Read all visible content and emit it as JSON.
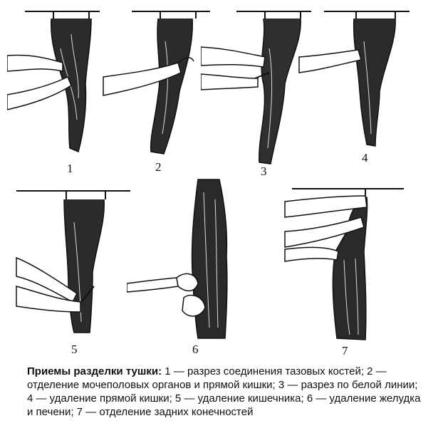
{
  "figure": {
    "panel_labels": [
      "1",
      "2",
      "3",
      "4",
      "5",
      "6",
      "7"
    ],
    "caption_title": "Приемы разделки тушки:",
    "caption_body": " 1 — разрез соединения тазовых костей; 2 — отделение мочеполовых органов и прямой кишки; 3 — разрез по белой линии; 4 — удаление прямой кишки; 5 — удаление кишечника; 6 — удаление желудка и печени; 7 — отделение задних конечностей"
  }
}
